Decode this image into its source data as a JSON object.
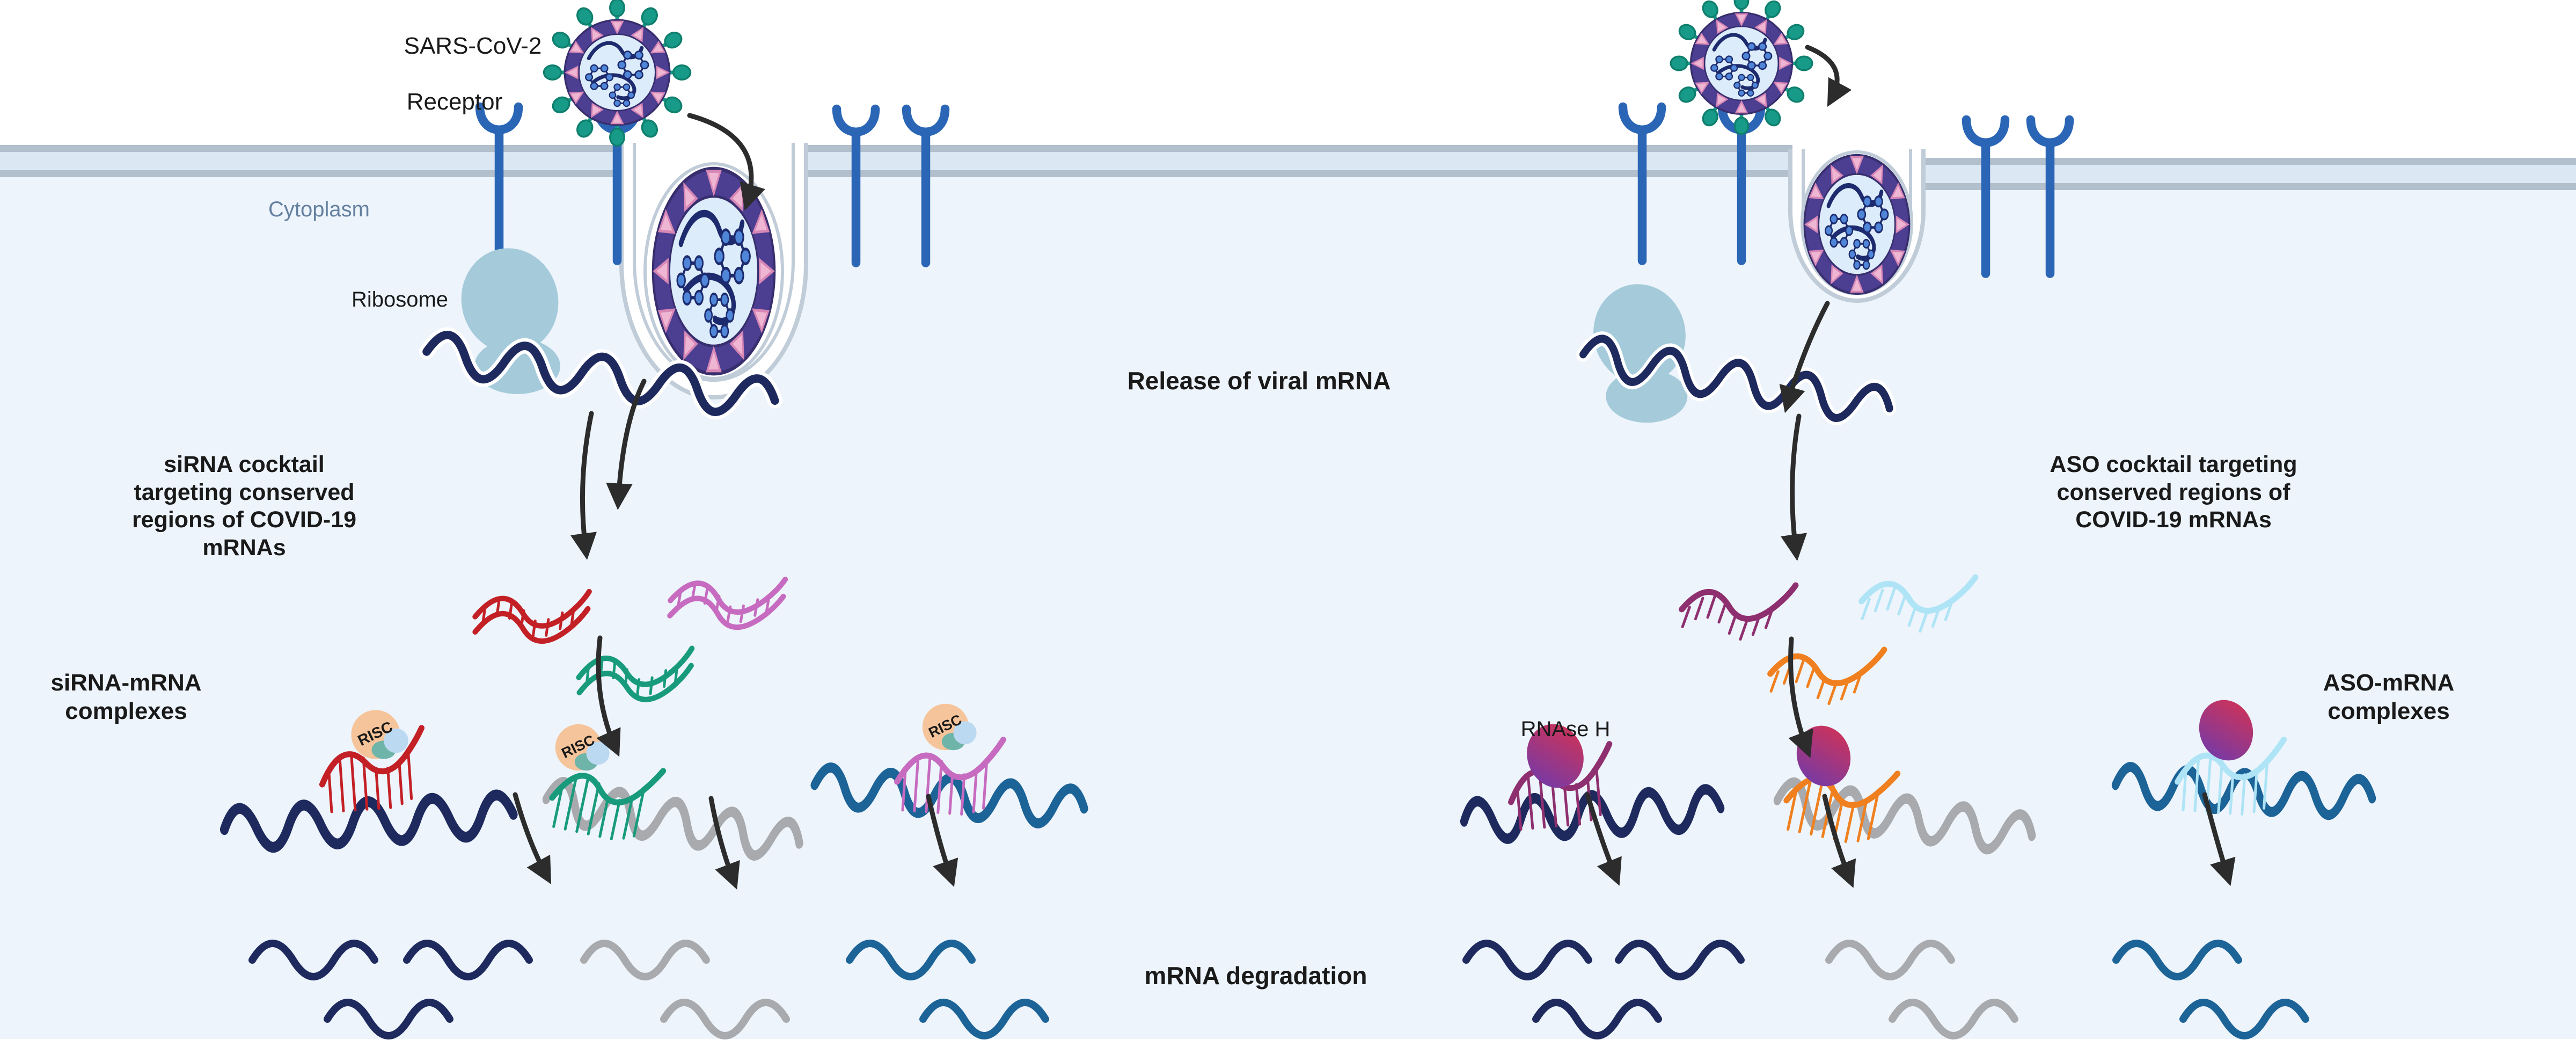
{
  "labels": {
    "virus": "SARS-CoV-2",
    "receptor": "Receptor",
    "cytoplasm": "Cytoplasm",
    "ribosome": "Ribosome",
    "release": "Release of viral mRNA",
    "risc": "RISC",
    "rnase": "RNAse H",
    "sirna_cocktail": "siRNA cocktail targeting conserved regions of COVID-19 mRNAs",
    "sirna_complexes": "siRNA-mRNA complexes",
    "aso_cocktail": "ASO cocktail targeting conserved regions of COVID-19 mRNAs",
    "aso_complexes": "ASO-mRNA complexes",
    "degradation": "mRNA degradation"
  },
  "colors": {
    "extracellular_background": "#ffffff",
    "cytoplasm_background": "#edf4fb",
    "membrane_fill": "#dbe7f3",
    "membrane_line": "#b2bfcc",
    "receptor": "#2b66b6",
    "virus_spike": "#189a88",
    "virus_envelope": "#4c3f92",
    "virus_envelope_triangle": "#efb6d3",
    "virus_interior": "#dcecfa",
    "viral_rna": "#1d2b6e",
    "ribosome": "#a5cbdb",
    "mrna_navy": "#1e2a5e",
    "mrna_gray": "#a8aaad",
    "mrna_blue": "#1c6397",
    "sirna_strands": [
      "#c32026",
      "#189b7c",
      "#c66bc0"
    ],
    "aso_strands": [
      "#8e2f6f",
      "#f0801f",
      "#aee4f6"
    ],
    "risc_body": "#f6c49a",
    "risc_lobes": [
      "#6fb4a9",
      "#bcd9f2"
    ],
    "rnase_h_gradient": [
      "#6a3bb0",
      "#d83250"
    ],
    "arrow": "#2c2c2c",
    "label_text": "#1a1a1a",
    "cytoplasm_label_text": "#64809f"
  },
  "icons": [
    "sars-cov-2-virion-icon",
    "receptor-icon",
    "endocytic-vesicle-icon",
    "ribosome-icon",
    "mrna-strand-icon",
    "sirna-duplex-icon",
    "aso-strand-icon",
    "risc-complex-icon",
    "rnase-h-enzyme-icon",
    "arrow-icon"
  ],
  "panels": {
    "left": {
      "agent": "siRNA",
      "strand_colors": [
        "#c32026",
        "#189b7c",
        "#c66bc0"
      ],
      "target_mrna_colors": [
        "#1e2a5e",
        "#a8aaad",
        "#1c6397"
      ]
    },
    "right": {
      "agent": "ASO",
      "strand_colors": [
        "#8e2f6f",
        "#f0801f",
        "#aee4f6"
      ],
      "target_mrna_colors": [
        "#1e2a5e",
        "#a8aaad",
        "#1c6397"
      ]
    }
  }
}
